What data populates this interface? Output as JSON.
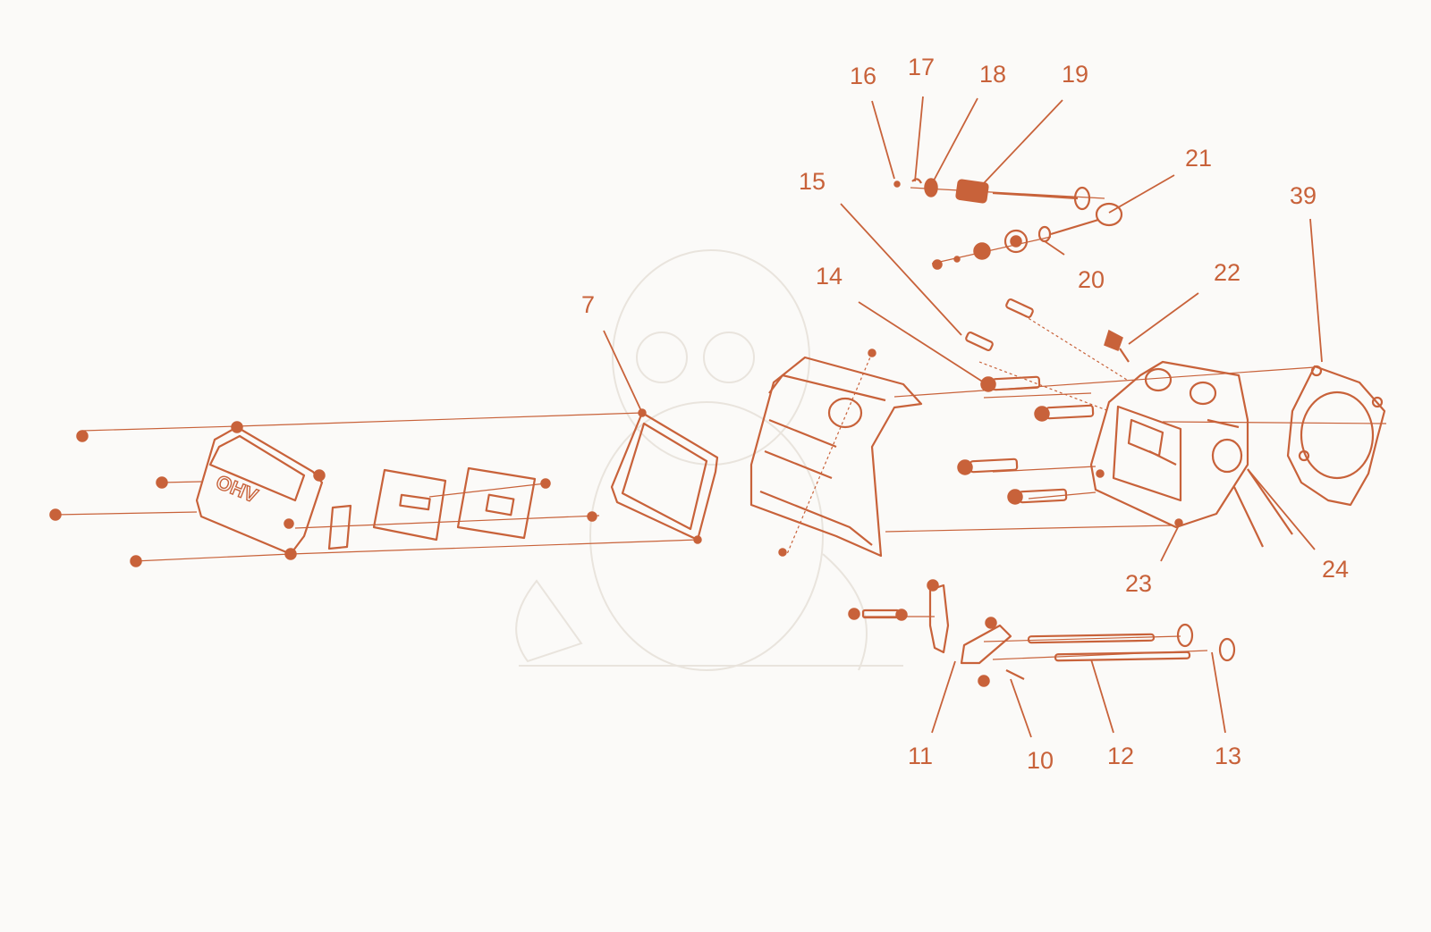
{
  "diagram": {
    "accent_color": "#c8623a",
    "background_color": "#fbfaf8",
    "callouts": [
      "16",
      "17",
      "18",
      "19",
      "21",
      "15",
      "39",
      "14",
      "22",
      "20",
      "7",
      "23",
      "24",
      "11",
      "10",
      "12",
      "13"
    ]
  }
}
